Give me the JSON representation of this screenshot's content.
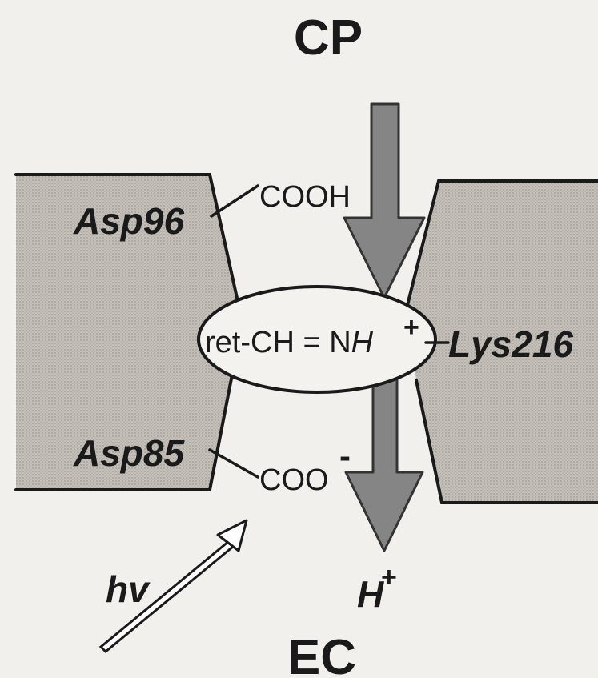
{
  "labels": {
    "top_region": "CP",
    "bottom_region": "EC",
    "asp96": "Asp96",
    "cooh": "COOH",
    "asp85": "Asp85",
    "coo": "COO",
    "coo_charge": "-",
    "retinal_prefix": "ret-CH = N",
    "retinal_h": "H",
    "retinal_charge": "+",
    "lys216": "Lys216",
    "proton": "H",
    "proton_charge": "+",
    "light": "hv"
  },
  "colors": {
    "membrane_fill": "#c4c0b9",
    "arrow_fill": "#858585",
    "ink": "#1a1a1a",
    "background": "#f2f0ec"
  },
  "icons": {
    "proton_in_arrow": "down-arrow",
    "proton_out_arrow": "down-arrow",
    "light_arrow": "hollow-arrow"
  }
}
